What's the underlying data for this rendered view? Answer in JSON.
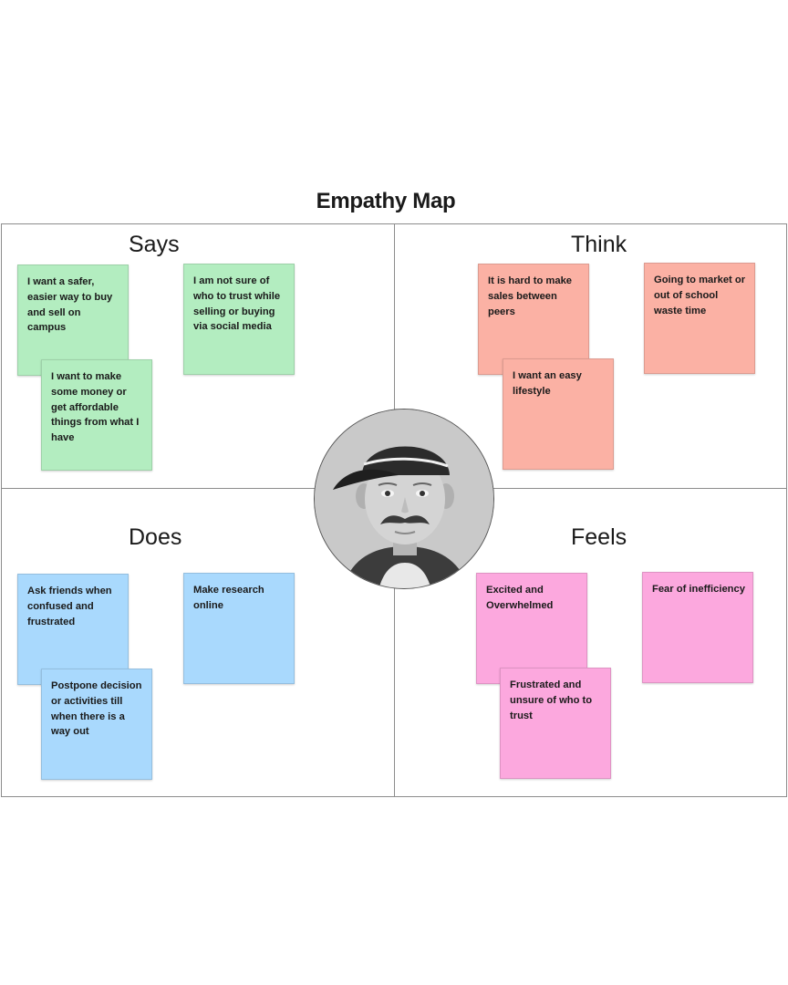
{
  "title": "Empathy Map",
  "quadrants": {
    "says": {
      "label": "Says",
      "notes": [
        "I want a safer, easier way to buy and sell on campus",
        "I want to make some money or get affordable things from what I have",
        "I am not sure of who to trust while selling or buying via social media"
      ]
    },
    "think": {
      "label": "Think",
      "notes": [
        "It is hard to make sales between peers",
        "I want an easy lifestyle",
        "Going to market or out of school waste time"
      ]
    },
    "does": {
      "label": "Does",
      "notes": [
        "Ask friends when confused and frustrated",
        "Postpone decision or activities till when there is a way out",
        "Make research online"
      ]
    },
    "feels": {
      "label": "Feels",
      "notes": [
        "Excited and Overwhelmed",
        "Frustrated and unsure of who to trust",
        "Fear of inefficiency"
      ]
    }
  },
  "colors": {
    "says": "#b3edc0",
    "think": "#fbb1a4",
    "does": "#a9d9fd",
    "feels": "#fca8de",
    "border": "#8c8c8c"
  },
  "center_image": "persona-portrait"
}
